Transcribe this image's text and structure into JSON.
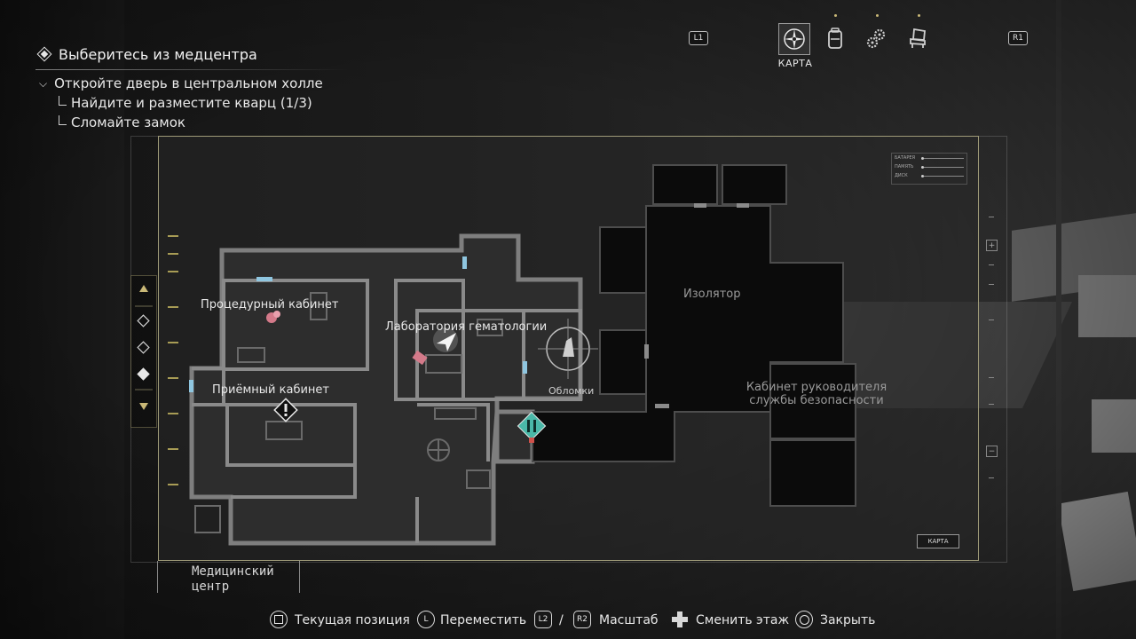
{
  "objectives": {
    "main": "Выберитесь из медцентра",
    "sub": "Откройте дверь в центральном холле",
    "subsub": [
      "Найдите и разместите кварц (1/3)",
      "Сломайте замок"
    ]
  },
  "tabs": {
    "left_shoulder": "L1",
    "right_shoulder": "R1",
    "active_label": "КАРТА",
    "items": [
      {
        "name": "map",
        "icon": "compass-icon"
      },
      {
        "name": "inventory",
        "icon": "backpack-icon"
      },
      {
        "name": "craft",
        "icon": "gears-icon"
      },
      {
        "name": "collectibles",
        "icon": "chair-icon"
      }
    ]
  },
  "stats": {
    "rows": [
      "БАТАРЕЯ",
      "ПАМЯТЬ",
      "ДИСК"
    ]
  },
  "map": {
    "area_name_line1": "Медицинский",
    "area_name_line2": "центр",
    "map_button": "КАРТА",
    "rooms": {
      "procedure": "Процедурный кабинет",
      "reception": "Приёмный кабинет",
      "hematology": "Лаборатория гематологии",
      "debris": "Обломки",
      "isolator": "Изолятор",
      "security_line1": "Кабинет руководителя",
      "security_line2": "службы безопасности"
    },
    "colors": {
      "frame": "#9e9a78",
      "wall": "#8a8a8a",
      "door": "#8fc6e0",
      "objective_marker": "#4ab8a8",
      "item": "#d47a8a"
    }
  },
  "hints": {
    "current_position": "Текущая позиция",
    "move": "Переместить",
    "l2": "L2",
    "slash": "/",
    "r2": "R2",
    "zoom": "Масштаб",
    "change_floor": "Сменить этаж",
    "close": "Закрыть"
  }
}
